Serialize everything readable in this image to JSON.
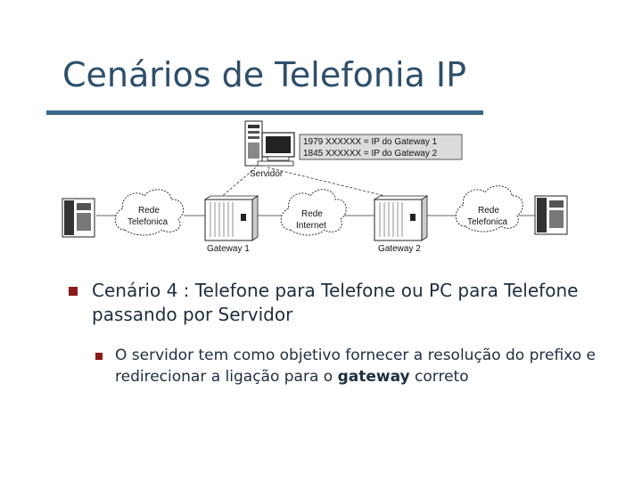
{
  "slide": {
    "title": "Cenários de Telefonia IP"
  },
  "diagram": {
    "server_label": "Servidor",
    "table": [
      "1979 XXXXXX  = IP do Gateway 1",
      "1845 XXXXXX  = IP do Gateway 2"
    ],
    "cloud_left": [
      "Rede",
      "Telefonica"
    ],
    "cloud_mid": [
      "Rede",
      "Internet"
    ],
    "cloud_right": [
      "Rede",
      "Telefonica"
    ],
    "gateway1_label": "Gateway 1",
    "gateway2_label": "Gateway 2"
  },
  "bullets": {
    "main": "Cenário 4 : Telefone para Telefone ou PC para Telefone passando por Servidor",
    "sub_before": "O servidor tem como objetivo fornecer a resolução do prefixo e redirecionar a ligação para o ",
    "sub_bold": "gateway",
    "sub_after": " correto"
  }
}
